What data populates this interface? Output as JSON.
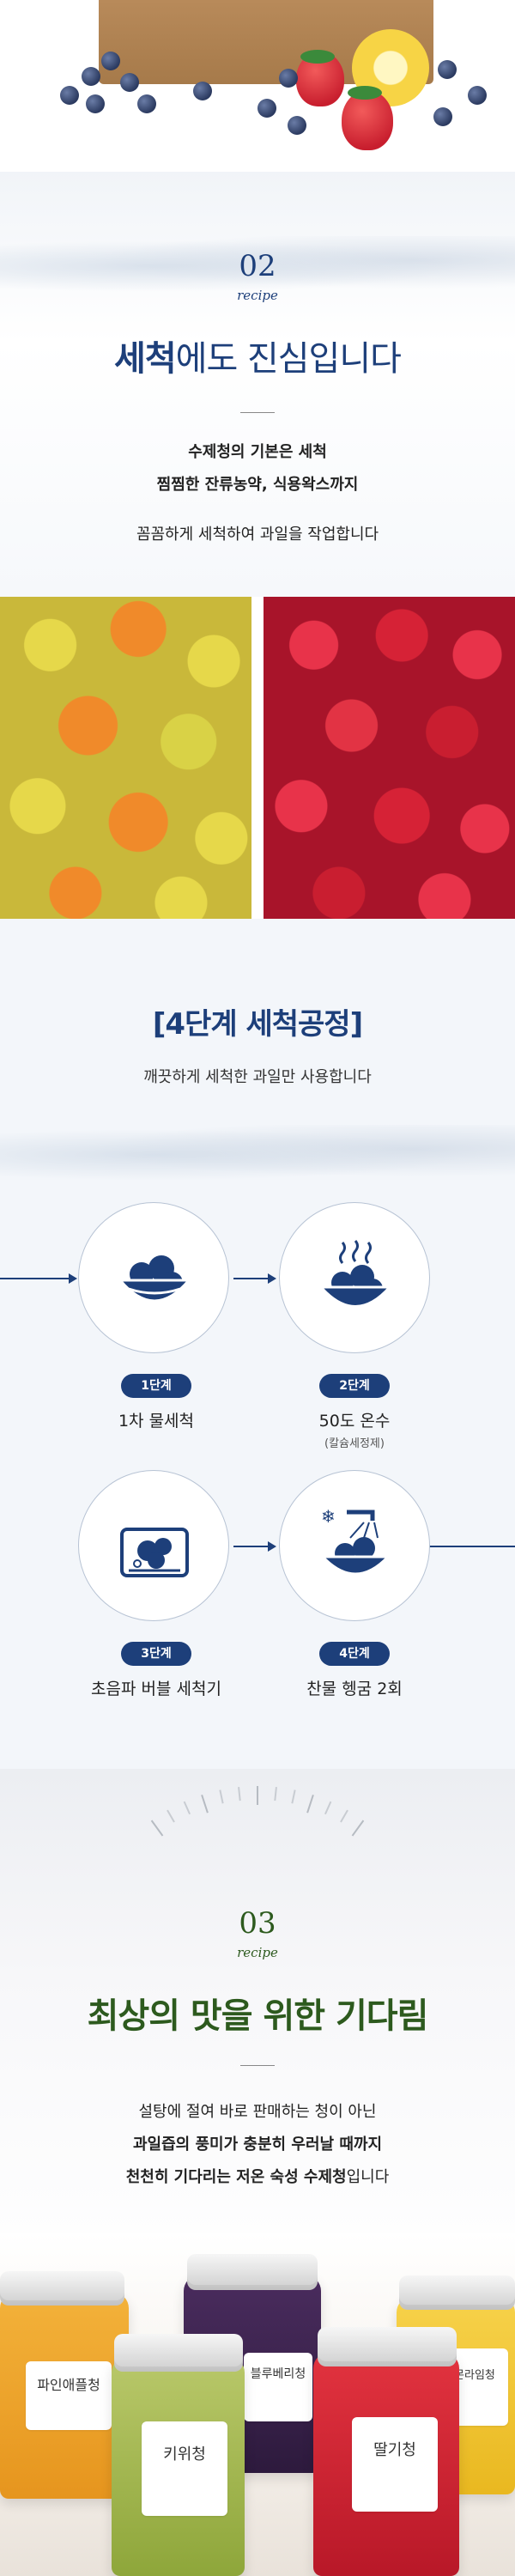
{
  "section2": {
    "number": "02",
    "recipe": "recipe",
    "headline_strong": "세척",
    "headline_rest": "에도 진심입니다",
    "line1": "수제청의 기본은 세척",
    "line2": "찜찜한 잔류농약, 식용왁스까지",
    "line3": "꼼꼼하게 세척하여 과일을 작업합니다"
  },
  "process": {
    "title": "[4단계 세척공정]",
    "subtitle": "깨끗하게 세척한 과일만 사용합니다",
    "steps": [
      {
        "badge": "1단계",
        "label": "1차 물세척",
        "note": ""
      },
      {
        "badge": "2단계",
        "label": "50도 온수",
        "note": "(칼슘세정제)"
      },
      {
        "badge": "3단계",
        "label": "초음파 버블 세척기",
        "note": ""
      },
      {
        "badge": "4단계",
        "label": "찬물 헹굼 2회",
        "note": ""
      }
    ]
  },
  "section3": {
    "number": "03",
    "recipe": "recipe",
    "headline": "최상의 맛을 위한 기다림",
    "line1": "설탕에 절여 바로 판매하는 청이 아닌",
    "line2": "과일즙의 풍미가 충분히 우러날 때까지",
    "line3_strong": "천천히 기다리는 저온 숙성 수제청",
    "line3_rest": "입니다"
  },
  "jars": {
    "labels": [
      "파인애플청",
      "블루베리청",
      "레몬라임청",
      "키위청",
      "딸기청"
    ]
  },
  "colors": {
    "navy": "#1d3f7a",
    "green": "#2d5a1e"
  }
}
